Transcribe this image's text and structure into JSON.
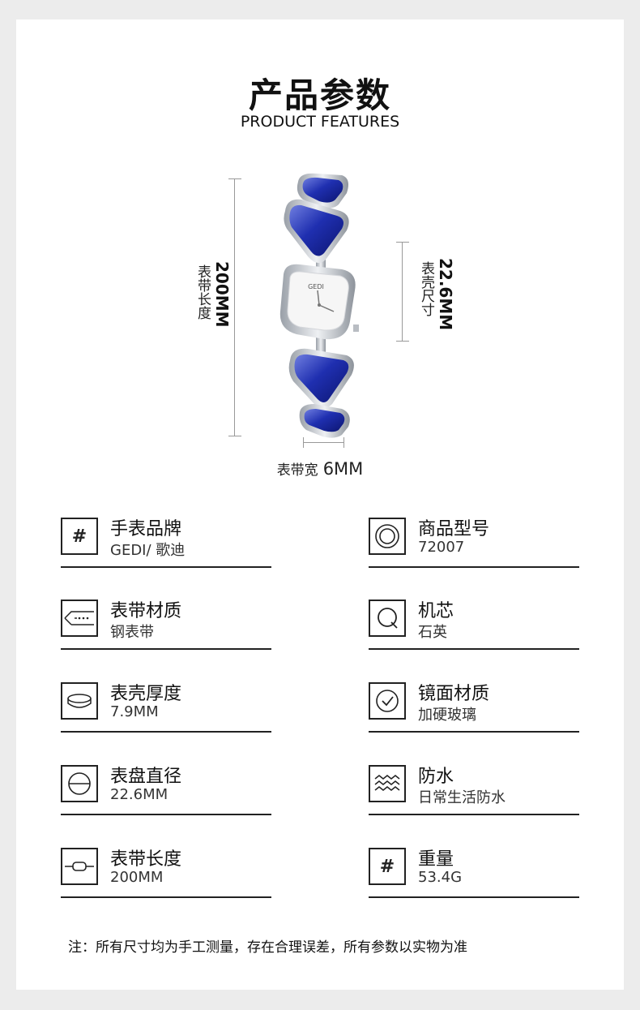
{
  "header": {
    "title": "产品参数",
    "subtitle": "PRODUCT FEATURES"
  },
  "dimensions": {
    "strap_length_label": "表带长度",
    "strap_length_value": "200MM",
    "case_size_label": "表壳尺寸",
    "case_size_value": "22.6MM",
    "strap_width_label": "表带宽",
    "strap_width_value": "6MM"
  },
  "watch": {
    "dial_brand": "GEDI",
    "accent": "#1c2ea8",
    "metal": "#c8ccd2"
  },
  "specs": {
    "left": [
      {
        "label": "手表品牌",
        "value": "GEDI/ 歌迪",
        "icon": "hash-icon"
      },
      {
        "label": "表带材质",
        "value": "钢表带",
        "icon": "strap-icon"
      },
      {
        "label": "表壳厚度",
        "value": "7.9MM",
        "icon": "thickness-icon"
      },
      {
        "label": "表盘直径",
        "value": "22.6MM",
        "icon": "diameter-icon"
      },
      {
        "label": "表带长度",
        "value": "200MM",
        "icon": "strap-length-icon"
      }
    ],
    "right": [
      {
        "label": "商品型号",
        "value": "72007",
        "icon": "model-icon"
      },
      {
        "label": "机芯",
        "value": "石英",
        "icon": "quartz-icon"
      },
      {
        "label": "镜面材质",
        "value": "加硬玻璃",
        "icon": "glass-icon"
      },
      {
        "label": "防水",
        "value": "日常生活防水",
        "icon": "water-icon"
      },
      {
        "label": "重量",
        "value": "53.4G",
        "icon": "hash-icon"
      }
    ]
  },
  "note": "注：所有尺寸均为手工测量，存在合理误差，所有参数以实物为准"
}
